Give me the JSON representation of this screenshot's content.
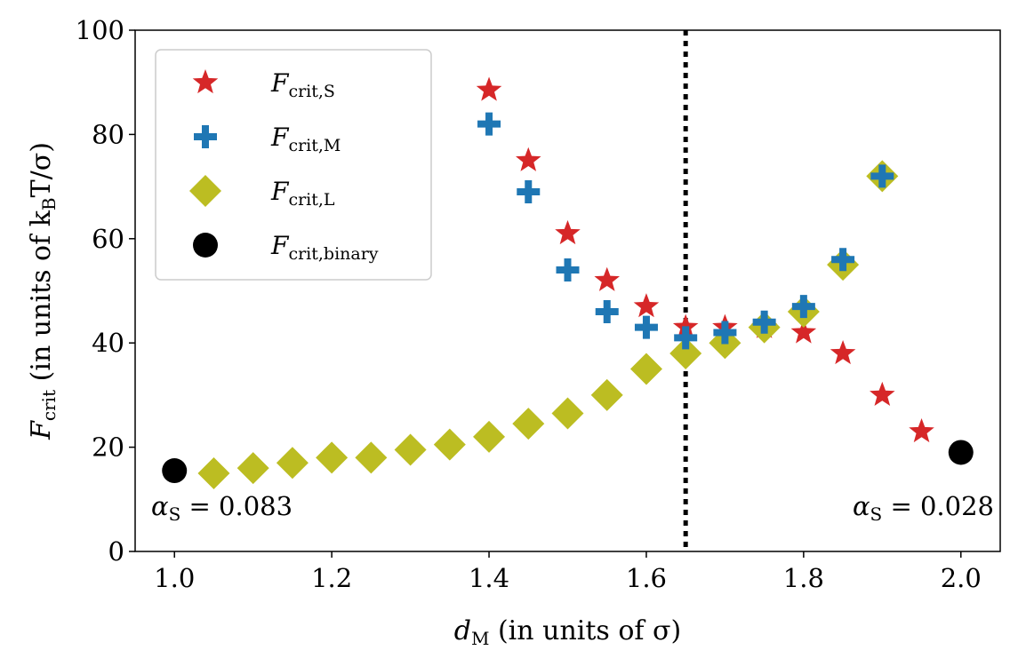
{
  "chart_data": {
    "type": "scatter",
    "xlabel": {
      "sym": "d",
      "sub": "M",
      "rest": " (in units of σ)"
    },
    "ylabel": {
      "sym": "F",
      "sub": "crit",
      "rest": " (in units of k",
      "rest_sub": "B",
      "rest_end": "T/σ)"
    },
    "xlim": [
      0.95,
      2.05
    ],
    "ylim": [
      0,
      100
    ],
    "xticks": [
      1.0,
      1.2,
      1.4,
      1.6,
      1.8,
      2.0
    ],
    "xtick_labels": [
      "1.0",
      "1.2",
      "1.4",
      "1.6",
      "1.8",
      "2.0"
    ],
    "yticks": [
      0,
      20,
      40,
      60,
      80,
      100
    ],
    "ytick_labels": [
      "0",
      "20",
      "40",
      "60",
      "80",
      "100"
    ],
    "grid": false,
    "legend_position": "upper-left",
    "vline": {
      "x": 1.65,
      "style": "dotted",
      "color": "#000000"
    },
    "series": [
      {
        "name": "F_crit,S",
        "label_sym": "F",
        "label_sub": "crit,S",
        "marker": "star",
        "color": "#d62728",
        "x": [
          1.4,
          1.45,
          1.5,
          1.55,
          1.6,
          1.65,
          1.7,
          1.75,
          1.8,
          1.85,
          1.9,
          1.95
        ],
        "y": [
          88.5,
          75,
          61,
          52,
          47,
          43,
          43,
          43,
          42,
          38,
          30,
          23
        ]
      },
      {
        "name": "F_crit,L",
        "label_sym": "F",
        "label_sub": "crit,L",
        "marker": "diamond",
        "color": "#bcbd22",
        "x": [
          1.05,
          1.1,
          1.15,
          1.2,
          1.25,
          1.3,
          1.35,
          1.4,
          1.45,
          1.5,
          1.55,
          1.6,
          1.65,
          1.7,
          1.75,
          1.8,
          1.85,
          1.9
        ],
        "y": [
          15,
          16,
          17,
          18,
          18,
          19.5,
          20.5,
          22,
          24.5,
          26.5,
          30,
          35,
          38,
          40,
          43,
          46,
          55,
          72
        ]
      },
      {
        "name": "F_crit,M",
        "label_sym": "F",
        "label_sub": "crit,M",
        "marker": "plus",
        "color": "#1f77b4",
        "x": [
          1.4,
          1.45,
          1.5,
          1.55,
          1.6,
          1.65,
          1.7,
          1.75,
          1.8,
          1.85,
          1.9
        ],
        "y": [
          82,
          69,
          54,
          46,
          43,
          41,
          42,
          44,
          47,
          56,
          72
        ]
      },
      {
        "name": "F_crit,binary",
        "label_sym": "F",
        "label_sub": "crit,binary",
        "marker": "circle",
        "color": "#000000",
        "x": [
          1.0,
          2.0
        ],
        "y": [
          15.5,
          19
        ]
      }
    ],
    "legend_order": [
      "F_crit,S",
      "F_crit,M",
      "F_crit,L",
      "F_crit,binary"
    ],
    "annotations": [
      {
        "id": "alpha-left",
        "sym": "α",
        "sub": "S",
        "value": " = 0.083",
        "anchor": "left-bottom"
      },
      {
        "id": "alpha-right",
        "sym": "α",
        "sub": "S",
        "value": " = 0.028",
        "anchor": "right-bottom"
      }
    ]
  }
}
